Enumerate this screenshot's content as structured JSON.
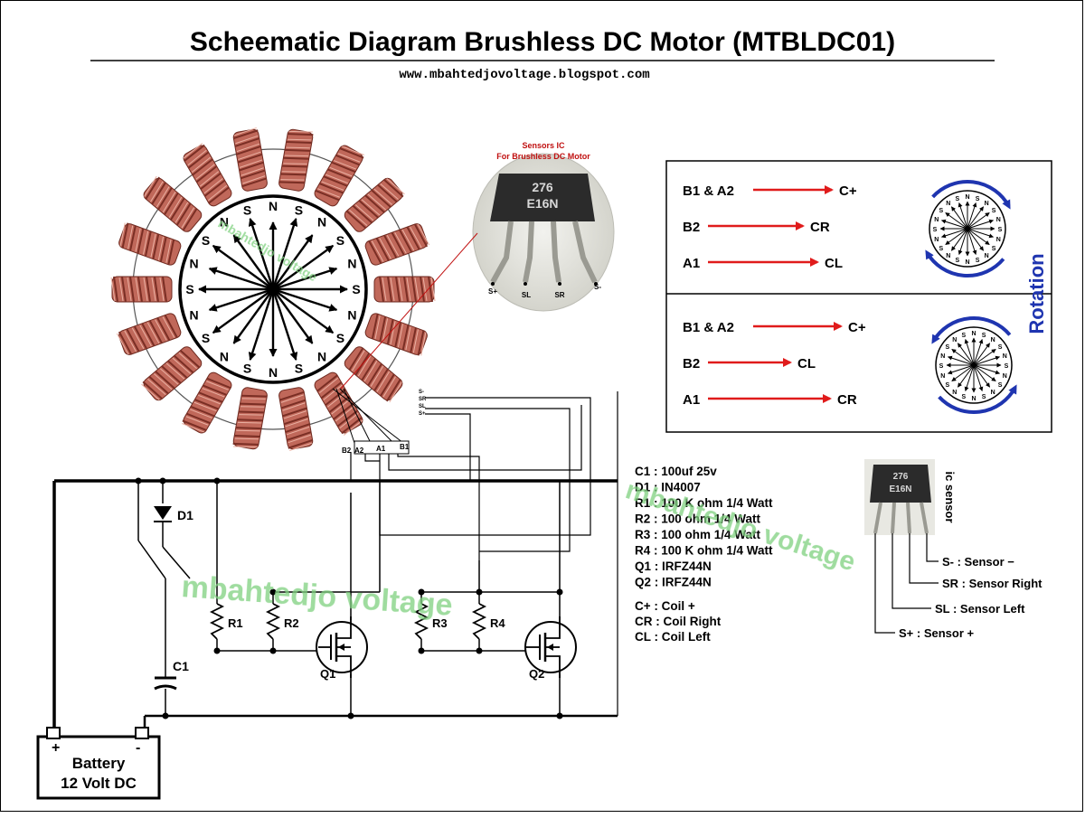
{
  "title": "Scheematic Diagram Brushless DC Motor (MTBLDC01)",
  "url": "www.mbahtedjovoltage.blogspot.com",
  "watermark": "mbahtedjo voltage",
  "sensor_ic": {
    "caption_line1": "Sensors IC",
    "caption_line2": "For Brushless DC Motor",
    "marking_line1": "276",
    "marking_line2": "E16N",
    "pins": [
      "S+",
      "SL",
      "SR",
      "S-"
    ]
  },
  "stator": {
    "pole_labels": [
      "N",
      "S",
      "N",
      "S",
      "N",
      "S",
      "N",
      "S",
      "N",
      "S",
      "N",
      "S",
      "N",
      "S",
      "N",
      "S",
      "N",
      "S",
      "N",
      "S"
    ]
  },
  "rotation": {
    "label": "Rotation",
    "top_rows": [
      {
        "from": "B1 & A2",
        "to": "C+"
      },
      {
        "from": "B2",
        "to": "CR"
      },
      {
        "from": "A1",
        "to": "CL"
      }
    ],
    "bottom_rows": [
      {
        "from": "B1 & A2",
        "to": "C+"
      },
      {
        "from": "B2",
        "to": "CL"
      },
      {
        "from": "A1",
        "to": "CR"
      }
    ]
  },
  "parts_list": [
    "C1 : 100uf 25v",
    "D1 : IN4007",
    "R1 : 100  K ohm  1/4 Watt",
    "R2 : 100  ohm  1/4 Watt",
    "R3 : 100  ohm  1/4 Watt",
    "R4 : 100  K ohm  1/4 Watt",
    "Q1 : IRFZ44N",
    "Q2 : IRFZ44N"
  ],
  "legend": [
    "C+ : Coil +",
    "CR : Coil Right",
    "CL : Coil Left"
  ],
  "ic_sensor": {
    "label": "ic sensor",
    "pins": [
      "S- : Sensor −",
      "SR : Sensor Right",
      "SL : Sensor Left",
      "S+ : Sensor +"
    ]
  },
  "components": {
    "d1": "D1",
    "c1": "C1",
    "r1": "R1",
    "r2": "R2",
    "r3": "R3",
    "r4": "R4",
    "q1": "Q1",
    "q2": "Q2"
  },
  "connector_labels": [
    "B2",
    "A2",
    "A1",
    "B1"
  ],
  "small_wire_labels": [
    "S-",
    "SR",
    "SL",
    "S+"
  ],
  "battery": {
    "line1": "Battery",
    "line2": "12 Volt DC",
    "plus": "+",
    "minus": "-"
  },
  "colors": {
    "coil": "#c0685a",
    "arrow": "#e01b1b",
    "rotation_arrow": "#1f35b0",
    "watermark": "#7fd17f"
  }
}
